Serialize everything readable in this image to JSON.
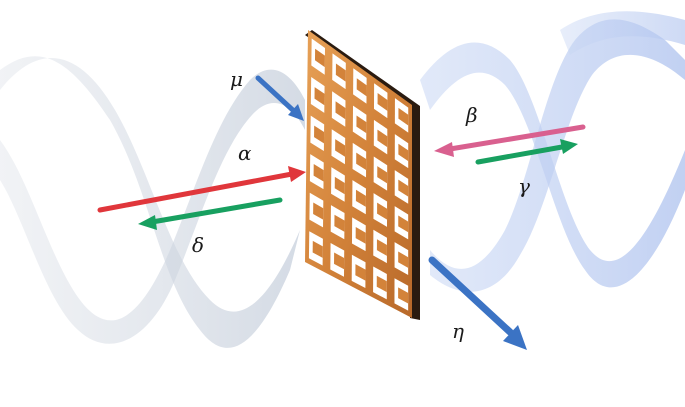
{
  "labels": {
    "mu": "μ",
    "alpha": "α",
    "delta": "δ",
    "beta": "β",
    "gamma": "γ",
    "eta": "η"
  },
  "colors": {
    "red": "#e0363b",
    "green": "#18a060",
    "blue": "#3b73c4",
    "pink": "#d9608f",
    "plate": "#d88a3a",
    "wave_left": "#c8d0dc",
    "wave_right": "#b7c9ee"
  }
}
